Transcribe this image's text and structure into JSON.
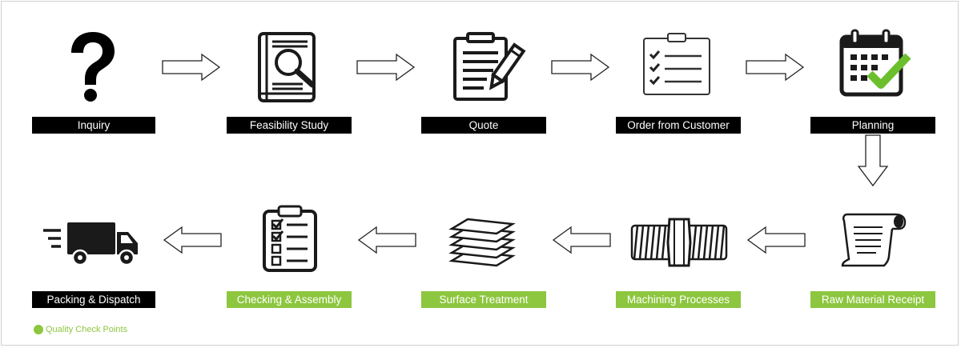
{
  "colors": {
    "label_black": "#000000",
    "label_green": "#8dc63f",
    "check_green": "#6cbf2c",
    "icon_ink": "#1a1a1a"
  },
  "steps": [
    {
      "label": "Inquiry",
      "style": "black",
      "icon": "question-mark-icon"
    },
    {
      "label": "Feasibility Study",
      "style": "black",
      "icon": "book-magnifier-icon"
    },
    {
      "label": "Quote",
      "style": "black",
      "icon": "document-pen-icon"
    },
    {
      "label": "Order from Customer",
      "style": "black",
      "icon": "checklist-clipboard-icon"
    },
    {
      "label": "Planning",
      "style": "black",
      "icon": "calendar-check-icon"
    },
    {
      "label": "Raw Material Receipt",
      "style": "green",
      "icon": "scroll-receipt-icon"
    },
    {
      "label": "Machining Processes",
      "style": "green",
      "icon": "threaded-bolt-icon"
    },
    {
      "label": "Surface Treatment",
      "style": "green",
      "icon": "stacked-sheets-icon"
    },
    {
      "label": "Checking & Assembly",
      "style": "green",
      "icon": "checklist-clipboard-icon"
    },
    {
      "label": "Packing & Dispatch",
      "style": "black",
      "icon": "delivery-truck-icon"
    }
  ],
  "legend": {
    "label": "Quality Check Points"
  }
}
